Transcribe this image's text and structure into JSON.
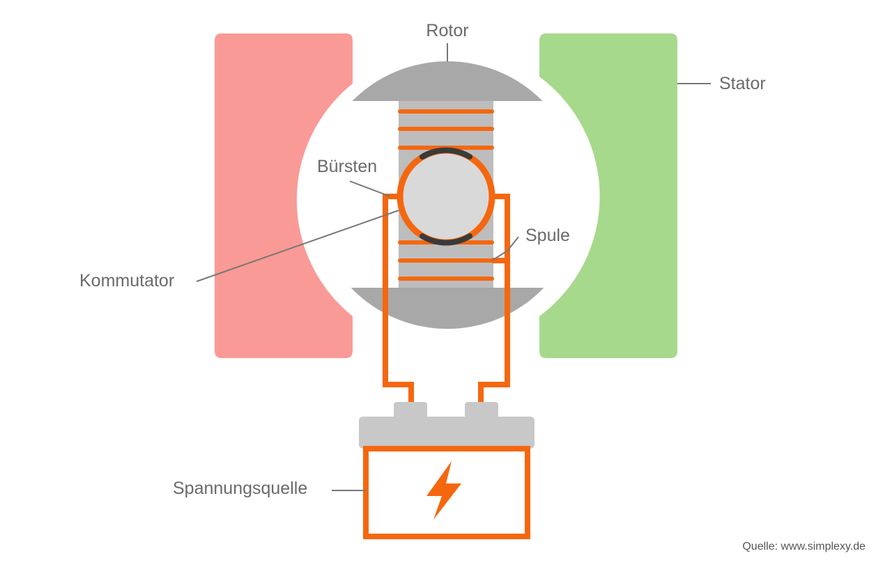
{
  "labels": {
    "rotor": "Rotor",
    "stator": "Stator",
    "brushes": "Bürsten",
    "coil": "Spule",
    "commutator": "Kommutator",
    "voltage_source": "Spannungsquelle"
  },
  "source": "Quelle: www.simplexy.de",
  "colors": {
    "magnet_left": "#fa9a96",
    "magnet_right": "#a6d98b",
    "rotor": "#a8a8a8",
    "rotor_light": "#bdbdbd",
    "commutator": "#d9d9d9",
    "brush": "#3a3a3a",
    "wire": "#f5670f",
    "battery": "#c8c8c8"
  },
  "icons": {
    "battery_symbol": "lightning-bolt-icon"
  }
}
